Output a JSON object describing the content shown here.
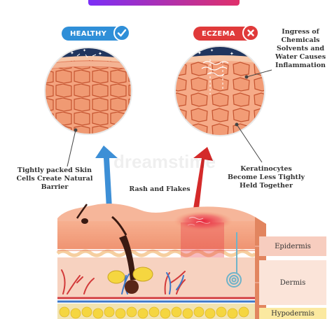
{
  "badges": {
    "healthy": {
      "label": "HEALTHY",
      "icon": "check-icon",
      "color": "#2f8fd8"
    },
    "eczema": {
      "label": "ECZEMA",
      "icon": "cross-icon",
      "color": "#e03a3a"
    }
  },
  "annotations": {
    "ingress": [
      "Ingress of",
      "Chemicals",
      "Solvents and",
      "Water Causes",
      "Inflammation"
    ],
    "healthy_cells": [
      "Tightly packed Skin",
      "Cells Create Natural",
      "Barrier"
    ],
    "keratinocytes": [
      "Keratinocytes",
      "Become Less Tightly",
      "Held Together"
    ],
    "rash": "Rash and Flakes"
  },
  "layers": {
    "epidermis": "Epidermis",
    "dermis": "Dermis",
    "hypodermis": "Hypodermis"
  },
  "watermark": "dreamstime",
  "colors": {
    "skin": "#f3a07a",
    "skin_dark": "#d9684a",
    "cell_line": "#c4532f",
    "healthy_arrow": "#3d8fd6",
    "eczema_arrow": "#d42a2a",
    "layer_tag": "#f6c2b4",
    "fat": "#f5d640",
    "sky": "#20355e"
  }
}
